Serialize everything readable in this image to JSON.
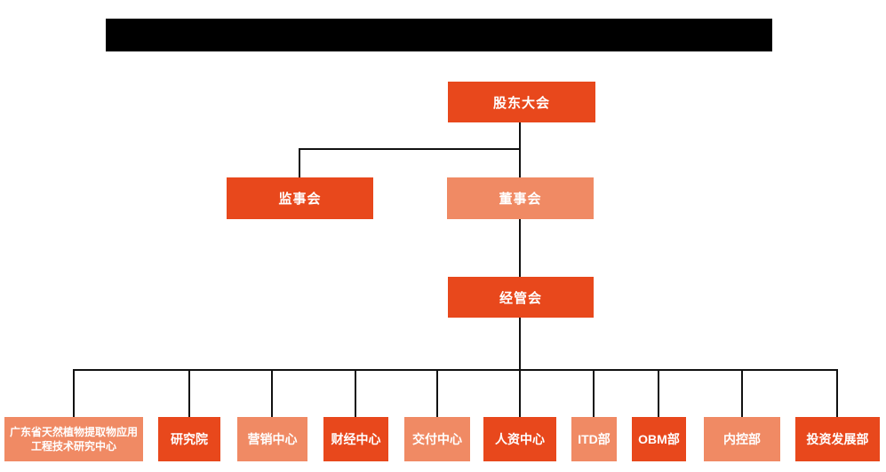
{
  "colors": {
    "primary_orange": "#E8481C",
    "light_orange": "#F08A64",
    "connector_line": "#111111",
    "node_text": "#ffffff",
    "redacted_title_bar": "#000000",
    "background": "#ffffff"
  },
  "org": {
    "root": {
      "label": "股东大会"
    },
    "level2": [
      {
        "id": "supervisory-board",
        "label": "监事会"
      },
      {
        "id": "board-of-directors",
        "label": "董事会"
      }
    ],
    "level3": {
      "label": "经管会"
    },
    "departments": [
      {
        "id": "guangdong-research-center",
        "label": "广东省天然植物提取物应用工程技术研究中心"
      },
      {
        "id": "research-institute",
        "label": "研究院"
      },
      {
        "id": "marketing-center",
        "label": "营销中心"
      },
      {
        "id": "finance-center",
        "label": "财经中心"
      },
      {
        "id": "delivery-center",
        "label": "交付中心"
      },
      {
        "id": "hr-center",
        "label": "人资中心"
      },
      {
        "id": "itd-dept",
        "label": "ITD部"
      },
      {
        "id": "obm-dept",
        "label": "OBM部"
      },
      {
        "id": "internal-control-dept",
        "label": "内控部"
      },
      {
        "id": "investment-development-dept",
        "label": "投资发展部"
      }
    ]
  }
}
